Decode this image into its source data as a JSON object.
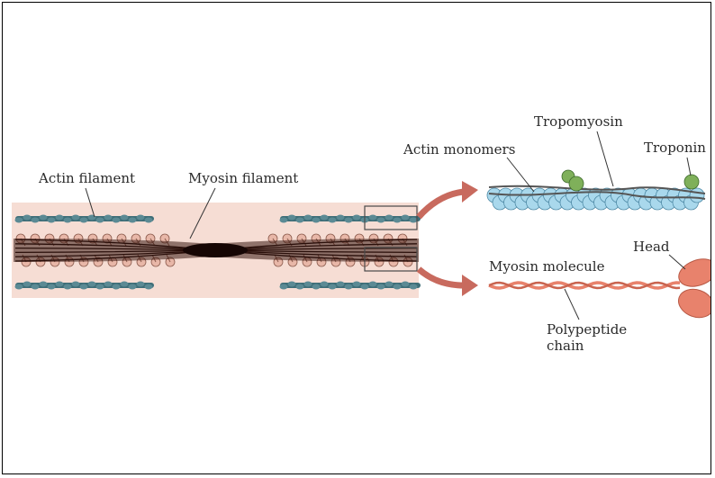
{
  "labels": {
    "actin_filament": "Actin filament",
    "myosin_filament": "Myosin filament",
    "actin_monomers": "Actin monomers",
    "tropomyosin": "Tropomyosin",
    "troponin": "Troponin",
    "myosin_molecule": "Myosin molecule",
    "head": "Head",
    "polypeptide_line1": "Polypeptide",
    "polypeptide_line2": "chain"
  },
  "colors": {
    "sarcomere_background": "#f6ddd4",
    "actin": "#3e6e78",
    "myosin_core": "#2a0f0a",
    "myosin_heads": "#e8b7a8",
    "monomer": "#a9d8ec",
    "troponin": "#7fb05a",
    "myosin_molecule": "#e8826c",
    "arrow": "#c86a5e"
  }
}
